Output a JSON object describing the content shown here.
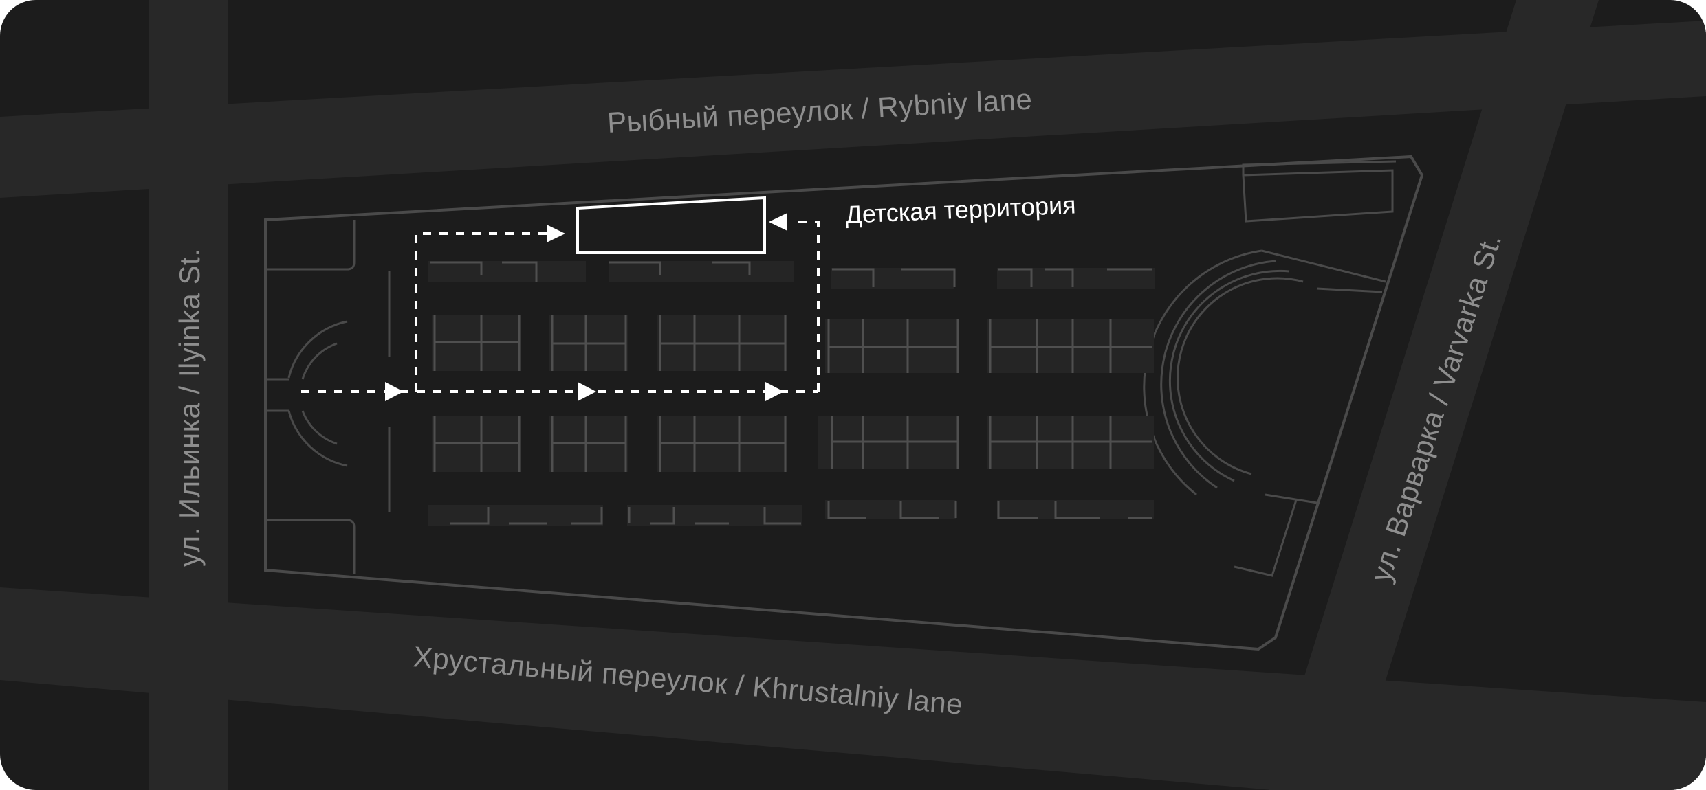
{
  "map": {
    "streets": {
      "north": "Рыбный переулок / Rybniy lane",
      "south": "Хрустальный переулок / Khrustalniy lane",
      "west": "ул. Ильинка / Ilyinka St.",
      "east": "ул. Варварка / Varvarka St."
    },
    "zones": {
      "kids_area": "Детская территория"
    },
    "colors": {
      "background": "#1c1c1c",
      "road": "#282828",
      "building_outline": "#4a4a4a",
      "route": "#ffffff",
      "street_text": "#8e8e8e"
    }
  }
}
